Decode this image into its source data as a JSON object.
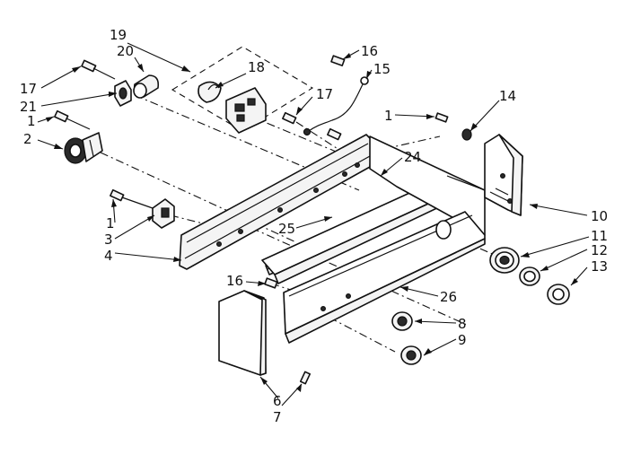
{
  "callouts": [
    {
      "id": "c19",
      "label": "19"
    },
    {
      "id": "c20",
      "label": "20"
    },
    {
      "id": "c18",
      "label": "18"
    },
    {
      "id": "c16a",
      "label": "16"
    },
    {
      "id": "c15",
      "label": "15"
    },
    {
      "id": "c17a",
      "label": "17"
    },
    {
      "id": "c21",
      "label": "21"
    },
    {
      "id": "c17b",
      "label": "17"
    },
    {
      "id": "c1a",
      "label": "1"
    },
    {
      "id": "c2",
      "label": "2"
    },
    {
      "id": "c1b",
      "label": "1"
    },
    {
      "id": "c14",
      "label": "14"
    },
    {
      "id": "c24",
      "label": "24"
    },
    {
      "id": "c10",
      "label": "10"
    },
    {
      "id": "c11",
      "label": "11"
    },
    {
      "id": "c12",
      "label": "12"
    },
    {
      "id": "c13",
      "label": "13"
    },
    {
      "id": "c25",
      "label": "25"
    },
    {
      "id": "c1c",
      "label": "1"
    },
    {
      "id": "c3",
      "label": "3"
    },
    {
      "id": "c4",
      "label": "4"
    },
    {
      "id": "c16b",
      "label": "16"
    },
    {
      "id": "c26",
      "label": "26"
    },
    {
      "id": "c8",
      "label": "8"
    },
    {
      "id": "c9",
      "label": "9"
    },
    {
      "id": "c6",
      "label": "6"
    },
    {
      "id": "c7",
      "label": "7"
    }
  ]
}
